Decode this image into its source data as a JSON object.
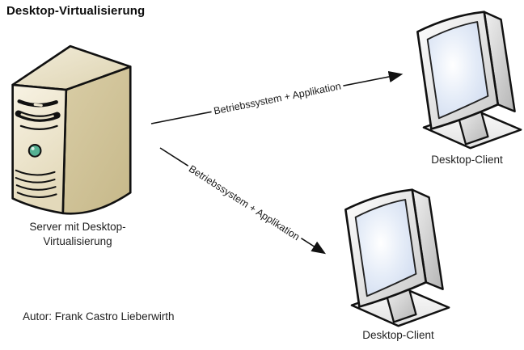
{
  "title": "Desktop-Virtualisierung",
  "diagram": {
    "server": {
      "label_line1": "Server mit Desktop-",
      "label_line2": "Virtualisierung"
    },
    "arrows": [
      {
        "label": "Betriebssystem + Applikation"
      },
      {
        "label": "Betriebssystem + Applikation"
      }
    ],
    "clients": [
      {
        "label": "Desktop-Client"
      },
      {
        "label": "Desktop-Client"
      }
    ],
    "author": "Autor: Frank Castro Lieberwirth"
  },
  "icons": {
    "server": "server-tower-icon",
    "client": "desktop-monitor-icon"
  },
  "colors": {
    "background": "#ffffff",
    "outline": "#111111",
    "server_front": "#f5efdd",
    "server_front_dark": "#e3d9ba",
    "server_side": "#d5c89e",
    "server_side_dark": "#c8ba8c",
    "server_top": "#efe8d2",
    "power_button": "#55b193",
    "monitor_bezel": "#f5f5f5",
    "monitor_bezel_dark": "#c9c9c9",
    "screen_light": "#ffffff",
    "screen_blue": "#ccd8ee",
    "text": "#1f1f1f"
  }
}
